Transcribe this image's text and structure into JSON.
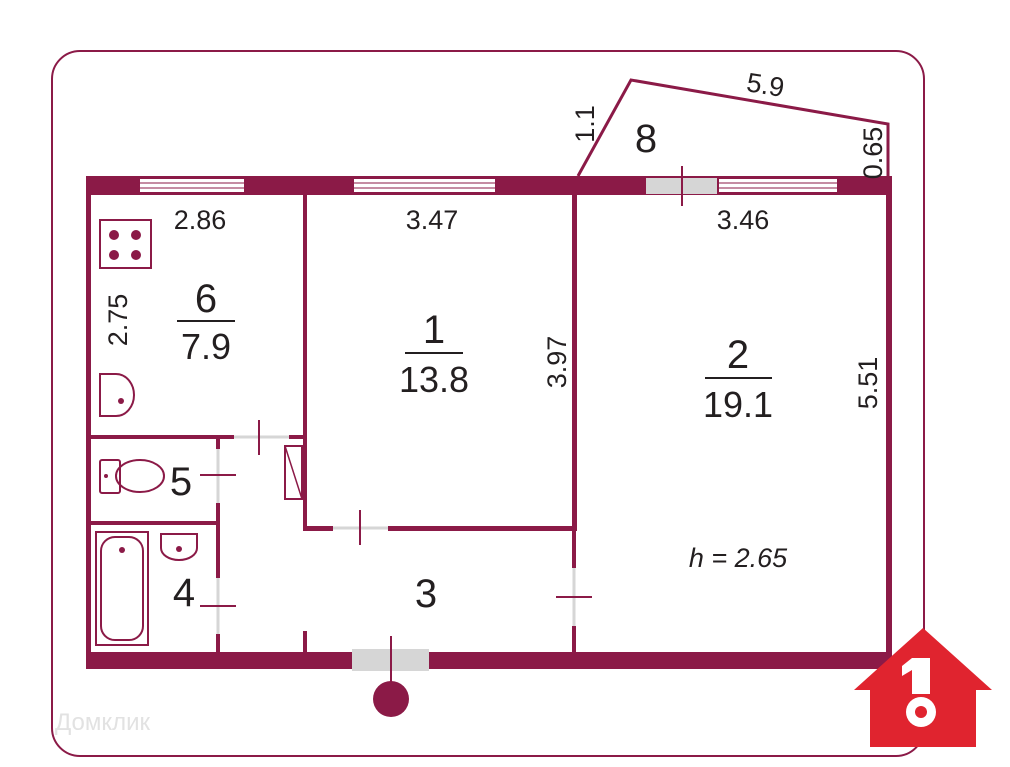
{
  "rooms": [
    {
      "id": "1",
      "number": "1",
      "area": "13.8"
    },
    {
      "id": "2",
      "number": "2",
      "area": "19.1"
    },
    {
      "id": "3",
      "number": "3"
    },
    {
      "id": "4",
      "number": "4"
    },
    {
      "id": "5",
      "number": "5"
    },
    {
      "id": "6",
      "number": "6",
      "area": "7.9"
    },
    {
      "id": "8",
      "number": "8"
    }
  ],
  "dimensions": {
    "kitchen_width": "2.86",
    "kitchen_depth": "2.75",
    "room1_width": "3.47",
    "room1_depth": "3.97",
    "room2_width": "3.46",
    "room2_depth": "5.51",
    "balcony_side": "1.1",
    "balcony_length": "5.9",
    "balcony_depth": "0.65"
  },
  "ceiling_height": "h = 2.65",
  "watermark": "Домклик",
  "colors": {
    "wall": "#8b1a47",
    "frame": "#8b1a47",
    "logo": "#e0242f",
    "door_gray": "#d6d6d6"
  },
  "icons": [
    "stove-icon",
    "sink-icon",
    "toilet-icon",
    "bathtub-icon",
    "entrance-icon",
    "logo-icon"
  ]
}
